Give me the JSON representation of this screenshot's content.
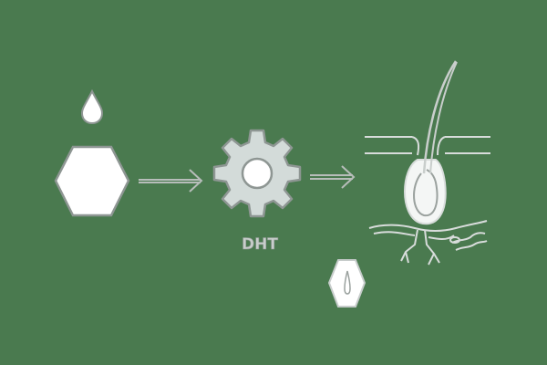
{
  "diagram": {
    "title": "Testosterone to DHT conversion affecting hair follicle",
    "background_color": "#4a7a4f",
    "nodes": [
      {
        "id": "hormone-droplet",
        "icon": "droplet-icon",
        "desc": "hormone droplet above hexagon"
      },
      {
        "id": "testosterone-molecule",
        "icon": "hexagon-icon",
        "desc": "white hexagon molecule"
      },
      {
        "id": "enzyme-gear",
        "icon": "gear-icon",
        "desc": "gear representing conversion process"
      },
      {
        "id": "hair-follicle",
        "icon": "hair-follicle-icon",
        "desc": "hair follicle cross-section with hair strand"
      },
      {
        "id": "dht-badge",
        "icon": "hexagon-droplet-icon",
        "desc": "small hexagon with droplet near follicle"
      }
    ],
    "edges": [
      {
        "from": "testosterone-molecule",
        "to": "enzyme-gear",
        "icon": "arrow-right-icon"
      },
      {
        "from": "enzyme-gear",
        "to": "hair-follicle",
        "icon": "arrow-right-icon"
      }
    ],
    "labels": {
      "gear_label": "DHT"
    },
    "colors": {
      "stroke": "#8e9693",
      "fill_white": "#ffffff",
      "gear_fill": "#d3dbd9",
      "line_light": "#d8dcdb"
    }
  }
}
